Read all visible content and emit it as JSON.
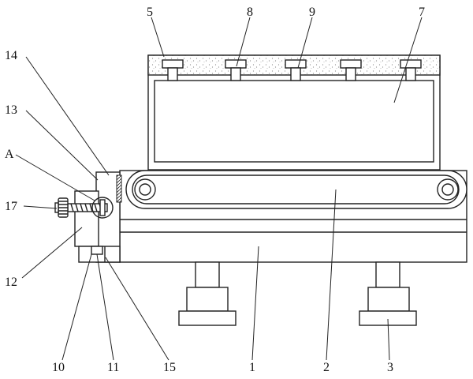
{
  "labels": {
    "l1": "1",
    "l2": "2",
    "l3": "3",
    "l5": "5",
    "l7": "7",
    "l8": "8",
    "l9": "9",
    "l10": "10",
    "l11": "11",
    "l12": "12",
    "l13": "13",
    "l14": "14",
    "l15": "15",
    "l17": "17",
    "lA": "A"
  },
  "colors": {
    "stroke": "#222222",
    "background": "#ffffff",
    "dots": "#888888"
  }
}
